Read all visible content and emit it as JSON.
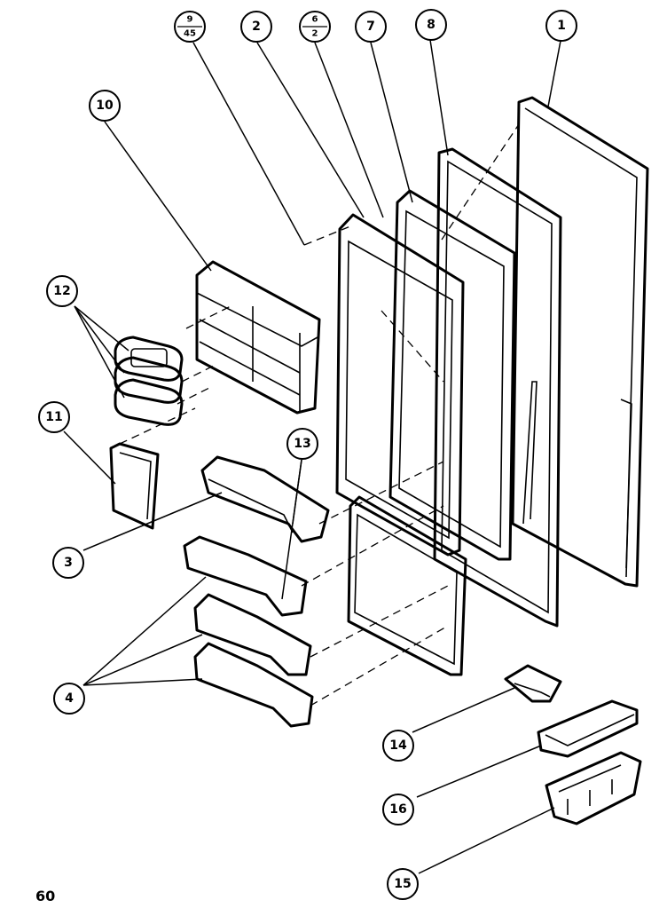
{
  "callouts": {
    "c9_45": {
      "top": "9",
      "bottom": "45"
    },
    "c2": "2",
    "c6_2": {
      "top": "6",
      "bottom": "2"
    },
    "c7": "7",
    "c8": "8",
    "c1": "1",
    "c10": "10",
    "c12": "12",
    "c11": "11",
    "c13": "13",
    "c3": "3",
    "c4": "4",
    "c14": "14",
    "c16": "16",
    "c15": "15"
  },
  "page_number": "60"
}
